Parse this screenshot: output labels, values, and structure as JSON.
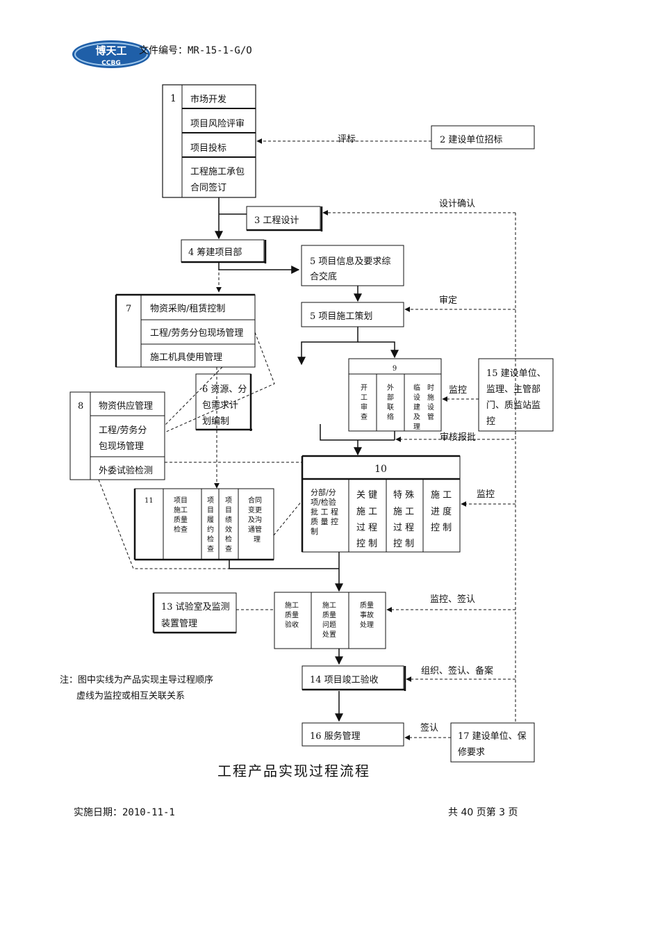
{
  "header": {
    "logo_text": "博天工",
    "logo_sub": "CCBG",
    "doc_number": "文件编号：MR-15-1-G/O",
    "colors": {
      "logo_blue": "#1f5fa8",
      "logo_light": "#9ec6ea"
    }
  },
  "box1": {
    "num": "1",
    "rows": [
      "市场开发",
      "项目风险评审",
      "项目投标",
      "工程施工承包",
      "合同签订"
    ]
  },
  "box2": {
    "label": "2 建设单位招标"
  },
  "box3": {
    "label": "3 工程设计"
  },
  "box4": {
    "label": "4 筹建项目部"
  },
  "box5a": {
    "line1": "5  项目信息及要求综",
    "line2": "合交底"
  },
  "box5b": {
    "label": "5 项目施工策划"
  },
  "box6": {
    "line1": "6 资源、分",
    "line2": "包需求计",
    "line3": "划编制"
  },
  "box7": {
    "num": "7",
    "rows": [
      "物资采购/租赁控制",
      "工程/劳务分包现场管理",
      "施工机具使用管理"
    ]
  },
  "box8": {
    "num": "8",
    "rows": [
      "物资供应管理",
      "工程/劳务分",
      "包现场管理",
      "外委试验检测"
    ]
  },
  "box9": {
    "num": "9",
    "cols": [
      [
        "开",
        "工",
        "审",
        "查"
      ],
      [
        "外",
        "部",
        "联",
        "络"
      ],
      [
        "临",
        "设",
        "建",
        "及",
        "理"
      ],
      [
        "时",
        "施",
        "设",
        "管"
      ]
    ]
  },
  "box10": {
    "num": "10",
    "col1": [
      "分部/分",
      "项/检验",
      "批 工 程",
      "质 量 控",
      "制"
    ],
    "col2": [
      "关 键",
      "施 工",
      "过 程",
      "控 制"
    ],
    "col3": [
      "特 殊",
      "施 工",
      "过 程",
      "控 制"
    ],
    "col4": [
      "施 工",
      "进 度",
      "控 制"
    ]
  },
  "box11": {
    "num": "11",
    "col1": [
      "项目",
      "施工",
      "质量",
      "检查"
    ],
    "col2": [
      "项",
      "目",
      "履",
      "约",
      "检",
      "查"
    ],
    "col3": [
      "项",
      "目",
      "绩",
      "效",
      "检",
      "查"
    ],
    "col4": [
      "合同",
      "变更",
      "及沟",
      "通管",
      "理"
    ]
  },
  "box12": {
    "col1": [
      "施工",
      "质量",
      "验收"
    ],
    "col2": [
      "施工",
      "质量",
      "问题",
      "处置"
    ],
    "col3": [
      "质量",
      "事故",
      "处理"
    ]
  },
  "box13": {
    "line1": "13 试验室及监测",
    "line2": "装置管理"
  },
  "box14": {
    "label": "14 项目竣工验收"
  },
  "box15": {
    "line1": "15 建设单位、",
    "line2": "监理、主管部",
    "line3": "门、质监站监",
    "line4": "控"
  },
  "box16": {
    "label": "16 服务管理"
  },
  "box17": {
    "line1": "17 建设单位、保",
    "line2": "修要求"
  },
  "edge_labels": {
    "ping_biao": "评标",
    "she_ji_que_ren": "设计确认",
    "shen_ding": "审定",
    "jian_kong_1": "监控",
    "shen_he_bao_pi": "审核报批",
    "jian_kong_2": "监控",
    "jian_kong_qian_ren": "监控、签认",
    "zu_zhi": "组织、签认、备案",
    "qian_ren": "签认"
  },
  "note": {
    "line1": "注：图中实线为产品实现主导过程顺序",
    "line2": "虚线为监控或相互关联关系"
  },
  "title": "工程产品实现过程流程",
  "footer": {
    "date": "实施日期：2010-11-1",
    "page": "共 40 页第 3 页"
  }
}
